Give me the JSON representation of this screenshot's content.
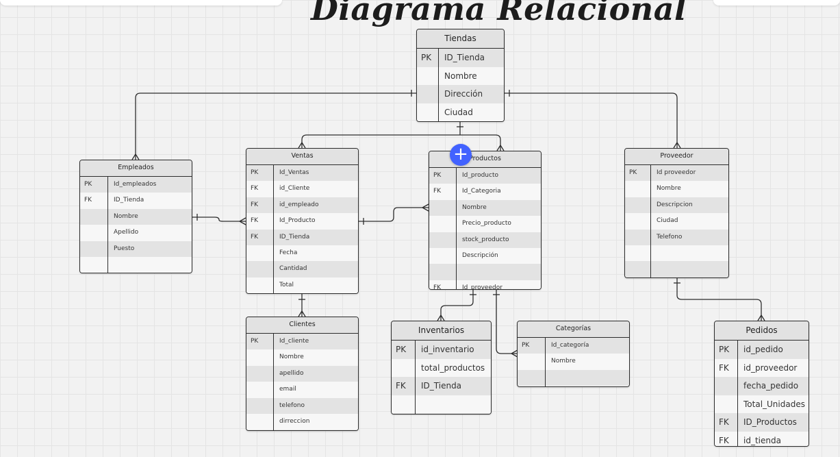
{
  "title": "Diagrama Relacional",
  "entities": {
    "tiendas": {
      "name": "Tiendas",
      "rows": [
        {
          "key": "PK",
          "attr": "ID_Tienda"
        },
        {
          "key": "",
          "attr": "Nombre"
        },
        {
          "key": "",
          "attr": "Dirección"
        },
        {
          "key": "",
          "attr": "Ciudad"
        }
      ]
    },
    "empleados": {
      "name": "Empleados",
      "rows": [
        {
          "key": "PK",
          "attr": "Id_empleados"
        },
        {
          "key": "FK",
          "attr": "ID_Tienda"
        },
        {
          "key": "",
          "attr": "Nombre"
        },
        {
          "key": "",
          "attr": "Apellido"
        },
        {
          "key": "",
          "attr": "Puesto"
        },
        {
          "key": "",
          "attr": ""
        }
      ]
    },
    "ventas": {
      "name": "Ventas",
      "rows": [
        {
          "key": "PK",
          "attr": "Id_Ventas"
        },
        {
          "key": "FK",
          "attr": "id_Cliente"
        },
        {
          "key": "FK",
          "attr": "id_empleado"
        },
        {
          "key": "FK",
          "attr": "Id_Producto"
        },
        {
          "key": "FK",
          "attr": "ID_Tienda"
        },
        {
          "key": "",
          "attr": "Fecha"
        },
        {
          "key": "",
          "attr": "Cantidad"
        },
        {
          "key": "",
          "attr": "Total"
        }
      ]
    },
    "productos": {
      "name": "Productos",
      "rows": [
        {
          "key": "PK",
          "attr": "Id_producto"
        },
        {
          "key": "FK",
          "attr": "Id_Categoria"
        },
        {
          "key": "",
          "attr": "Nombre"
        },
        {
          "key": "",
          "attr": "Precio_producto"
        },
        {
          "key": "",
          "attr": "stock_producto"
        },
        {
          "key": "",
          "attr": "Descripción"
        },
        {
          "key": "",
          "attr": ""
        },
        {
          "key": "FK",
          "attr": "Id_proveedor"
        }
      ]
    },
    "proveedor": {
      "name": "Proveedor",
      "rows": [
        {
          "key": "PK",
          "attr": "Id proveedor"
        },
        {
          "key": "",
          "attr": "Nombre"
        },
        {
          "key": "",
          "attr": "Descripcion"
        },
        {
          "key": "",
          "attr": "Ciudad"
        },
        {
          "key": "",
          "attr": "Telefono"
        },
        {
          "key": "",
          "attr": ""
        },
        {
          "key": "",
          "attr": ""
        }
      ]
    },
    "clientes": {
      "name": "Clientes",
      "rows": [
        {
          "key": "PK",
          "attr": "Id_cliente"
        },
        {
          "key": "",
          "attr": "Nombre"
        },
        {
          "key": "",
          "attr": "apellido"
        },
        {
          "key": "",
          "attr": "email"
        },
        {
          "key": "",
          "attr": "telefono"
        },
        {
          "key": "",
          "attr": "dirreccion"
        }
      ]
    },
    "inventarios": {
      "name": "Inventarios",
      "rows": [
        {
          "key": "PK",
          "attr": "id_inventario"
        },
        {
          "key": "",
          "attr": "total_productos"
        },
        {
          "key": "FK",
          "attr": "ID_Tienda"
        },
        {
          "key": "",
          "attr": ""
        }
      ]
    },
    "categorias": {
      "name": "Categorías",
      "rows": [
        {
          "key": "PK",
          "attr": "Id_categoría"
        },
        {
          "key": "",
          "attr": "Nombre"
        },
        {
          "key": "",
          "attr": ""
        }
      ]
    },
    "pedidos": {
      "name": "Pedidos",
      "rows": [
        {
          "key": "PK",
          "attr": "id_pedido"
        },
        {
          "key": "FK",
          "attr": "id_proveedor"
        },
        {
          "key": "",
          "attr": "fecha_pedido"
        },
        {
          "key": "",
          "attr": "Total_Unidades"
        },
        {
          "key": "FK",
          "attr": "ID_Productos"
        },
        {
          "key": "FK",
          "attr": "id_tienda"
        }
      ]
    }
  },
  "toolbar": {
    "add_label": "+"
  },
  "colors": {
    "accent": "#4262ff",
    "line": "#2c2c2c",
    "header": "#e2e2e2"
  }
}
